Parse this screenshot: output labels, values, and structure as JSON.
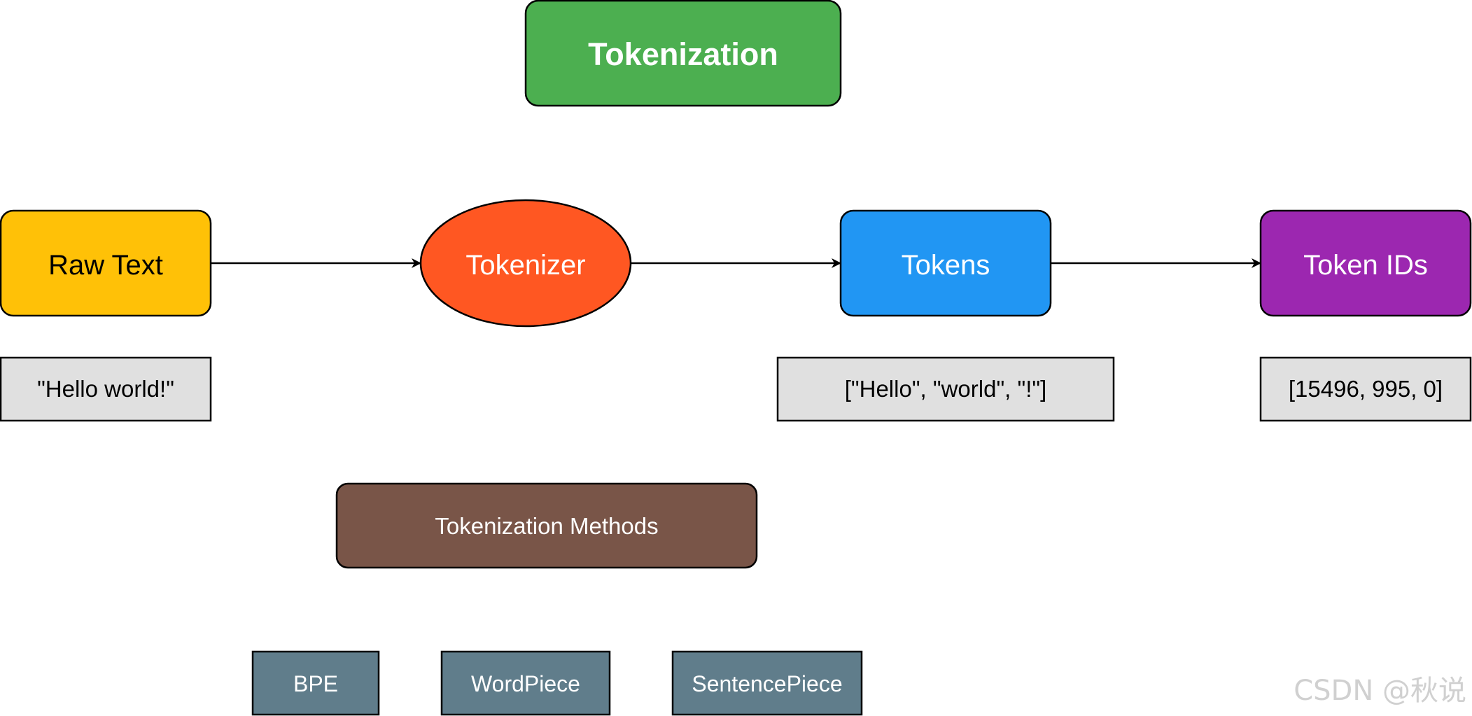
{
  "diagram": {
    "title": {
      "label": "Tokenization",
      "fill": "#4CAF50",
      "text_color": "#ffffff"
    },
    "pipeline": [
      {
        "id": "raw-text",
        "label": "Raw Text",
        "shape": "rounded-rect",
        "fill": "#FFC107",
        "text_color": "#000000"
      },
      {
        "id": "tokenizer",
        "label": "Tokenizer",
        "shape": "ellipse",
        "fill": "#FF5722",
        "text_color": "#ffffff"
      },
      {
        "id": "tokens",
        "label": "Tokens",
        "shape": "rounded-rect",
        "fill": "#2196F3",
        "text_color": "#ffffff"
      },
      {
        "id": "token-ids",
        "label": "Token IDs",
        "shape": "rounded-rect",
        "fill": "#9C27B0",
        "text_color": "#ffffff"
      }
    ],
    "examples": [
      {
        "id": "raw-text-example",
        "label": "\"Hello world!\"",
        "fill": "#E0E0E0"
      },
      {
        "id": "tokens-example",
        "label": "[\"Hello\", \"world\", \"!\"]",
        "fill": "#E0E0E0"
      },
      {
        "id": "token-ids-example",
        "label": "[15496, 995, 0]",
        "fill": "#E0E0E0"
      }
    ],
    "methods_header": {
      "label": "Tokenization Methods",
      "fill": "#795548",
      "text_color": "#ffffff"
    },
    "methods": [
      {
        "id": "bpe",
        "label": "BPE",
        "fill": "#607D8B"
      },
      {
        "id": "wordpiece",
        "label": "WordPiece",
        "fill": "#607D8B"
      },
      {
        "id": "sentencepiece",
        "label": "SentencePiece",
        "fill": "#607D8B"
      }
    ],
    "edges": [
      {
        "from": "raw-text",
        "to": "tokenizer"
      },
      {
        "from": "tokenizer",
        "to": "tokens"
      },
      {
        "from": "tokens",
        "to": "token-ids"
      }
    ],
    "stroke_color": "#000000",
    "watermark": "CSDN @秋说"
  }
}
